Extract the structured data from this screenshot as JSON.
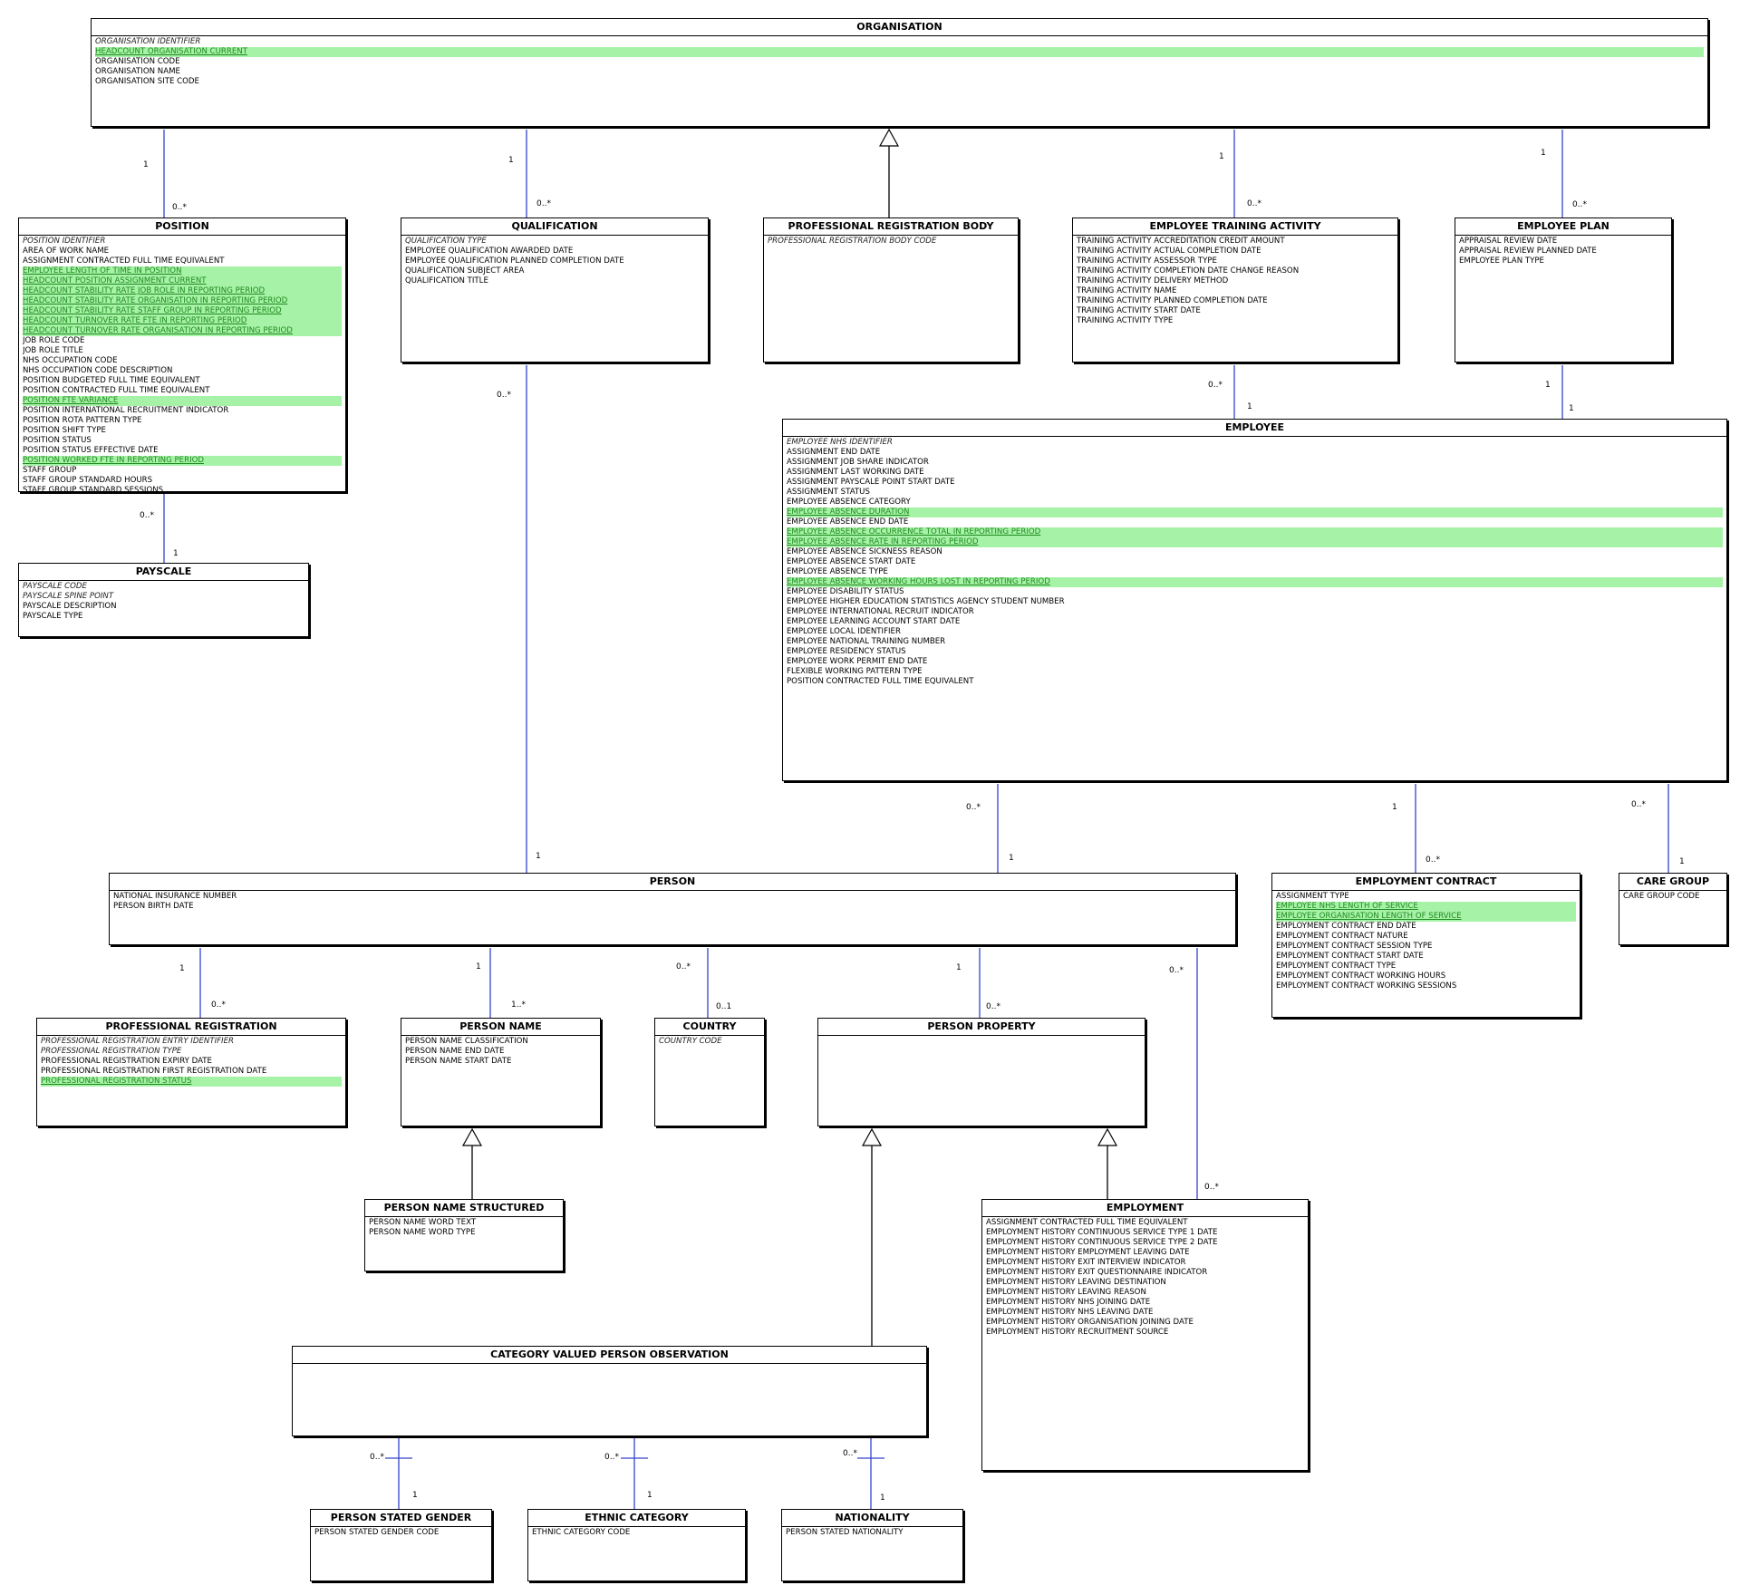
{
  "diagram": {
    "colors": {
      "relationship_line": "#3344cc",
      "generalisation_line": "#000000",
      "highlight_bg": "#a6f2a6",
      "highlight_text": "#1f8a1f"
    },
    "entities": [
      {
        "id": "organisation",
        "title": "ORGANISATION",
        "attributes": [
          {
            "text": "ORGANISATION IDENTIFIER",
            "key": true
          },
          {
            "text": "HEADCOUNT ORGANISATION CURRENT",
            "highlight": true
          },
          {
            "text": "ORGANISATION CODE"
          },
          {
            "text": "ORGANISATION NAME"
          },
          {
            "text": "ORGANISATION SITE CODE"
          }
        ]
      },
      {
        "id": "position",
        "title": "POSITION",
        "attributes": [
          {
            "text": "POSITION IDENTIFIER",
            "key": true
          },
          {
            "text": "AREA OF WORK NAME"
          },
          {
            "text": "ASSIGNMENT CONTRACTED FULL TIME EQUIVALENT"
          },
          {
            "text": "EMPLOYEE LENGTH OF TIME IN POSITION",
            "highlight": true
          },
          {
            "text": "HEADCOUNT POSITION ASSIGNMENT CURRENT",
            "highlight": true
          },
          {
            "text": "HEADCOUNT STABILITY RATE JOB ROLE IN REPORTING PERIOD",
            "highlight": true
          },
          {
            "text": "HEADCOUNT STABILITY RATE ORGANISATION IN REPORTING PERIOD",
            "highlight": true
          },
          {
            "text": "HEADCOUNT STABILITY RATE STAFF GROUP IN REPORTING PERIOD",
            "highlight": true
          },
          {
            "text": "HEADCOUNT TURNOVER RATE FTE IN REPORTING PERIOD",
            "highlight": true
          },
          {
            "text": "HEADCOUNT TURNOVER RATE ORGANISATION IN REPORTING PERIOD",
            "highlight": true
          },
          {
            "text": "JOB ROLE CODE"
          },
          {
            "text": "JOB ROLE TITLE"
          },
          {
            "text": "NHS OCCUPATION CODE"
          },
          {
            "text": "NHS OCCUPATION CODE DESCRIPTION"
          },
          {
            "text": "POSITION BUDGETED FULL TIME EQUIVALENT"
          },
          {
            "text": "POSITION CONTRACTED FULL TIME EQUIVALENT"
          },
          {
            "text": "POSITION FTE VARIANCE",
            "highlight": true
          },
          {
            "text": "POSITION INTERNATIONAL RECRUITMENT INDICATOR"
          },
          {
            "text": "POSITION ROTA PATTERN TYPE"
          },
          {
            "text": "POSITION SHIFT TYPE"
          },
          {
            "text": "POSITION STATUS"
          },
          {
            "text": "POSITION STATUS EFFECTIVE DATE"
          },
          {
            "text": "POSITION WORKED FTE IN REPORTING PERIOD",
            "highlight": true
          },
          {
            "text": "STAFF GROUP"
          },
          {
            "text": "STAFF GROUP STANDARD HOURS"
          },
          {
            "text": "STAFF GROUP STANDARD SESSIONS"
          }
        ]
      },
      {
        "id": "qualification",
        "title": "QUALIFICATION",
        "attributes": [
          {
            "text": "QUALIFICATION TYPE",
            "key": true
          },
          {
            "text": "EMPLOYEE QUALIFICATION AWARDED DATE"
          },
          {
            "text": "EMPLOYEE QUALIFICATION PLANNED COMPLETION DATE"
          },
          {
            "text": "QUALIFICATION SUBJECT AREA"
          },
          {
            "text": "QUALIFICATION TITLE"
          }
        ]
      },
      {
        "id": "prof_reg_body",
        "title": "PROFESSIONAL REGISTRATION BODY",
        "attributes": [
          {
            "text": "PROFESSIONAL REGISTRATION BODY CODE",
            "key": true
          }
        ]
      },
      {
        "id": "training",
        "title": "EMPLOYEE TRAINING ACTIVITY",
        "attributes": [
          {
            "text": "TRAINING ACTIVITY ACCREDITATION  CREDIT AMOUNT"
          },
          {
            "text": "TRAINING ACTIVITY ACTUAL COMPLETION DATE"
          },
          {
            "text": "TRAINING ACTIVITY ASSESSOR TYPE"
          },
          {
            "text": "TRAINING ACTIVITY COMPLETION DATE CHANGE REASON"
          },
          {
            "text": "TRAINING ACTIVITY DELIVERY METHOD"
          },
          {
            "text": "TRAINING ACTIVITY NAME"
          },
          {
            "text": "TRAINING ACTIVITY PLANNED COMPLETION DATE"
          },
          {
            "text": "TRAINING ACTIVITY START DATE"
          },
          {
            "text": "TRAINING ACTIVITY TYPE"
          }
        ]
      },
      {
        "id": "employee_plan",
        "title": "EMPLOYEE PLAN",
        "attributes": [
          {
            "text": "APPRAISAL REVIEW DATE"
          },
          {
            "text": "APPRAISAL REVIEW PLANNED DATE"
          },
          {
            "text": "EMPLOYEE PLAN TYPE"
          }
        ]
      },
      {
        "id": "employee",
        "title": "EMPLOYEE",
        "attributes": [
          {
            "text": "EMPLOYEE NHS IDENTIFIER",
            "key": true
          },
          {
            "text": "ASSIGNMENT END DATE"
          },
          {
            "text": "ASSIGNMENT JOB SHARE INDICATOR"
          },
          {
            "text": "ASSIGNMENT LAST WORKING DATE"
          },
          {
            "text": "ASSIGNMENT PAYSCALE POINT START DATE"
          },
          {
            "text": "ASSIGNMENT STATUS"
          },
          {
            "text": "EMPLOYEE ABSENCE CATEGORY"
          },
          {
            "text": "EMPLOYEE ABSENCE DURATION",
            "highlight": true
          },
          {
            "text": "EMPLOYEE ABSENCE END DATE"
          },
          {
            "text": "EMPLOYEE ABSENCE OCCURRENCE TOTAL IN REPORTING PERIOD",
            "highlight": true
          },
          {
            "text": "EMPLOYEE ABSENCE RATE IN REPORTING PERIOD",
            "highlight": true
          },
          {
            "text": "EMPLOYEE ABSENCE SICKNESS REASON"
          },
          {
            "text": "EMPLOYEE ABSENCE START DATE"
          },
          {
            "text": "EMPLOYEE ABSENCE TYPE"
          },
          {
            "text": "EMPLOYEE ABSENCE WORKING HOURS LOST IN REPORTING PERIOD",
            "highlight": true
          },
          {
            "text": "EMPLOYEE DISABILITY STATUS"
          },
          {
            "text": "EMPLOYEE HIGHER EDUCATION STATISTICS AGENCY STUDENT NUMBER"
          },
          {
            "text": "EMPLOYEE INTERNATIONAL RECRUIT INDICATOR"
          },
          {
            "text": "EMPLOYEE LEARNING ACCOUNT START DATE"
          },
          {
            "text": "EMPLOYEE LOCAL IDENTIFIER"
          },
          {
            "text": "EMPLOYEE NATIONAL TRAINING NUMBER"
          },
          {
            "text": "EMPLOYEE RESIDENCY STATUS"
          },
          {
            "text": "EMPLOYEE WORK PERMIT END DATE"
          },
          {
            "text": "FLEXIBLE WORKING PATTERN TYPE"
          },
          {
            "text": "POSITION CONTRACTED FULL TIME EQUIVALENT"
          }
        ]
      },
      {
        "id": "payscale",
        "title": "PAYSCALE",
        "attributes": [
          {
            "text": "PAYSCALE CODE",
            "key": true
          },
          {
            "text": "PAYSCALE SPINE POINT",
            "key": true
          },
          {
            "text": "PAYSCALE DESCRIPTION"
          },
          {
            "text": "PAYSCALE TYPE"
          }
        ]
      },
      {
        "id": "person",
        "title": "PERSON",
        "attributes": [
          {
            "text": "NATIONAL INSURANCE NUMBER"
          },
          {
            "text": "PERSON BIRTH DATE"
          }
        ]
      },
      {
        "id": "employment_contract",
        "title": "EMPLOYMENT CONTRACT",
        "attributes": [
          {
            "text": "ASSIGNMENT TYPE"
          },
          {
            "text": "EMPLOYEE NHS LENGTH OF SERVICE",
            "highlight": true
          },
          {
            "text": "EMPLOYEE ORGANISATION LENGTH OF SERVICE",
            "highlight": true
          },
          {
            "text": "EMPLOYMENT CONTRACT END DATE"
          },
          {
            "text": "EMPLOYMENT CONTRACT NATURE"
          },
          {
            "text": "EMPLOYMENT CONTRACT SESSION TYPE"
          },
          {
            "text": "EMPLOYMENT CONTRACT START DATE"
          },
          {
            "text": "EMPLOYMENT CONTRACT TYPE"
          },
          {
            "text": "EMPLOYMENT CONTRACT WORKING HOURS"
          },
          {
            "text": "EMPLOYMENT CONTRACT WORKING SESSIONS"
          }
        ]
      },
      {
        "id": "care_group",
        "title": "CARE GROUP",
        "attributes": [
          {
            "text": "CARE GROUP CODE"
          }
        ]
      },
      {
        "id": "prof_reg",
        "title": "PROFESSIONAL REGISTRATION",
        "attributes": [
          {
            "text": "PROFESSIONAL REGISTRATION ENTRY IDENTIFIER",
            "key": true
          },
          {
            "text": "PROFESSIONAL REGISTRATION TYPE",
            "key": true
          },
          {
            "text": "PROFESSIONAL REGISTRATION EXPIRY DATE"
          },
          {
            "text": "PROFESSIONAL REGISTRATION FIRST REGISTRATION DATE"
          },
          {
            "text": "PROFESSIONAL REGISTRATION STATUS",
            "highlight": true
          }
        ]
      },
      {
        "id": "person_name",
        "title": "PERSON NAME",
        "attributes": [
          {
            "text": "PERSON NAME CLASSIFICATION"
          },
          {
            "text": "PERSON NAME END DATE"
          },
          {
            "text": "PERSON NAME START DATE"
          }
        ]
      },
      {
        "id": "country",
        "title": "COUNTRY",
        "attributes": [
          {
            "text": "COUNTRY CODE",
            "key": true
          }
        ]
      },
      {
        "id": "person_property",
        "title": "PERSON PROPERTY",
        "attributes": []
      },
      {
        "id": "person_name_structured",
        "title": "PERSON NAME STRUCTURED",
        "attributes": [
          {
            "text": "PERSON NAME WORD TEXT"
          },
          {
            "text": "PERSON NAME WORD TYPE"
          }
        ]
      },
      {
        "id": "employment",
        "title": "EMPLOYMENT",
        "attributes": [
          {
            "text": "ASSIGNMENT CONTRACTED FULL TIME EQUIVALENT"
          },
          {
            "text": "EMPLOYMENT HISTORY CONTINUOUS SERVICE TYPE 1 DATE"
          },
          {
            "text": "EMPLOYMENT HISTORY CONTINUOUS SERVICE TYPE 2 DATE"
          },
          {
            "text": "EMPLOYMENT HISTORY EMPLOYMENT LEAVING DATE"
          },
          {
            "text": "EMPLOYMENT HISTORY EXIT INTERVIEW INDICATOR"
          },
          {
            "text": "EMPLOYMENT HISTORY EXIT QUESTIONNAIRE INDICATOR"
          },
          {
            "text": "EMPLOYMENT HISTORY LEAVING DESTINATION"
          },
          {
            "text": "EMPLOYMENT HISTORY LEAVING REASON"
          },
          {
            "text": "EMPLOYMENT HISTORY NHS JOINING DATE"
          },
          {
            "text": "EMPLOYMENT HISTORY NHS LEAVING DATE"
          },
          {
            "text": "EMPLOYMENT HISTORY ORGANISATION JOINING DATE"
          },
          {
            "text": "EMPLOYMENT HISTORY RECRUITMENT SOURCE"
          }
        ]
      },
      {
        "id": "cat_obs",
        "title": "CATEGORY VALUED PERSON OBSERVATION",
        "attributes": []
      },
      {
        "id": "gender",
        "title": "PERSON STATED GENDER",
        "attributes": [
          {
            "text": "PERSON STATED GENDER CODE"
          }
        ]
      },
      {
        "id": "ethnic",
        "title": "ETHNIC CATEGORY",
        "attributes": [
          {
            "text": "ETHNIC CATEGORY CODE"
          }
        ]
      },
      {
        "id": "nationality",
        "title": "NATIONALITY",
        "attributes": [
          {
            "text": "PERSON STATED NATIONALITY"
          }
        ]
      }
    ],
    "multiplicities": [
      {
        "id": "org-pos-1",
        "text": "1"
      },
      {
        "id": "org-pos-n",
        "text": "0..*"
      },
      {
        "id": "org-qual-1",
        "text": "1"
      },
      {
        "id": "org-qual-n",
        "text": "0..*"
      },
      {
        "id": "org-train-1",
        "text": "1"
      },
      {
        "id": "org-train-n",
        "text": "0..*"
      },
      {
        "id": "org-plan-1",
        "text": "1"
      },
      {
        "id": "org-plan-n",
        "text": "0..*"
      },
      {
        "id": "train-emp-n",
        "text": "0..*"
      },
      {
        "id": "train-emp-1",
        "text": "1"
      },
      {
        "id": "plan-emp-1a",
        "text": "1"
      },
      {
        "id": "plan-emp-1b",
        "text": "1"
      },
      {
        "id": "pos-pay-n",
        "text": "0..*"
      },
      {
        "id": "pos-pay-1",
        "text": "1"
      },
      {
        "id": "qual-person-n",
        "text": "0..*"
      },
      {
        "id": "qual-person-1",
        "text": "1"
      },
      {
        "id": "emp-person-n",
        "text": "0..*"
      },
      {
        "id": "emp-person-1",
        "text": "1"
      },
      {
        "id": "emp-contract-1",
        "text": "1"
      },
      {
        "id": "emp-contract-n",
        "text": "0..*"
      },
      {
        "id": "emp-care-n",
        "text": "0..*"
      },
      {
        "id": "emp-care-1",
        "text": "1"
      },
      {
        "id": "person-preg-1",
        "text": "1"
      },
      {
        "id": "person-preg-n",
        "text": "0..*"
      },
      {
        "id": "person-name-1",
        "text": "1"
      },
      {
        "id": "person-name-n",
        "text": "1..*"
      },
      {
        "id": "person-country-n",
        "text": "0..*"
      },
      {
        "id": "person-country-1",
        "text": "0..1"
      },
      {
        "id": "person-prop-1",
        "text": "1"
      },
      {
        "id": "person-prop-n",
        "text": "0..*"
      },
      {
        "id": "person-employment-n1",
        "text": "0..*"
      },
      {
        "id": "person-employment-n2",
        "text": "0..*"
      },
      {
        "id": "obs-gender-n",
        "text": "0..*"
      },
      {
        "id": "obs-gender-1",
        "text": "1"
      },
      {
        "id": "obs-ethnic-n",
        "text": "0..*"
      },
      {
        "id": "obs-ethnic-1",
        "text": "1"
      },
      {
        "id": "obs-nat-n",
        "text": "0..*"
      },
      {
        "id": "obs-nat-1",
        "text": "1"
      }
    ]
  }
}
